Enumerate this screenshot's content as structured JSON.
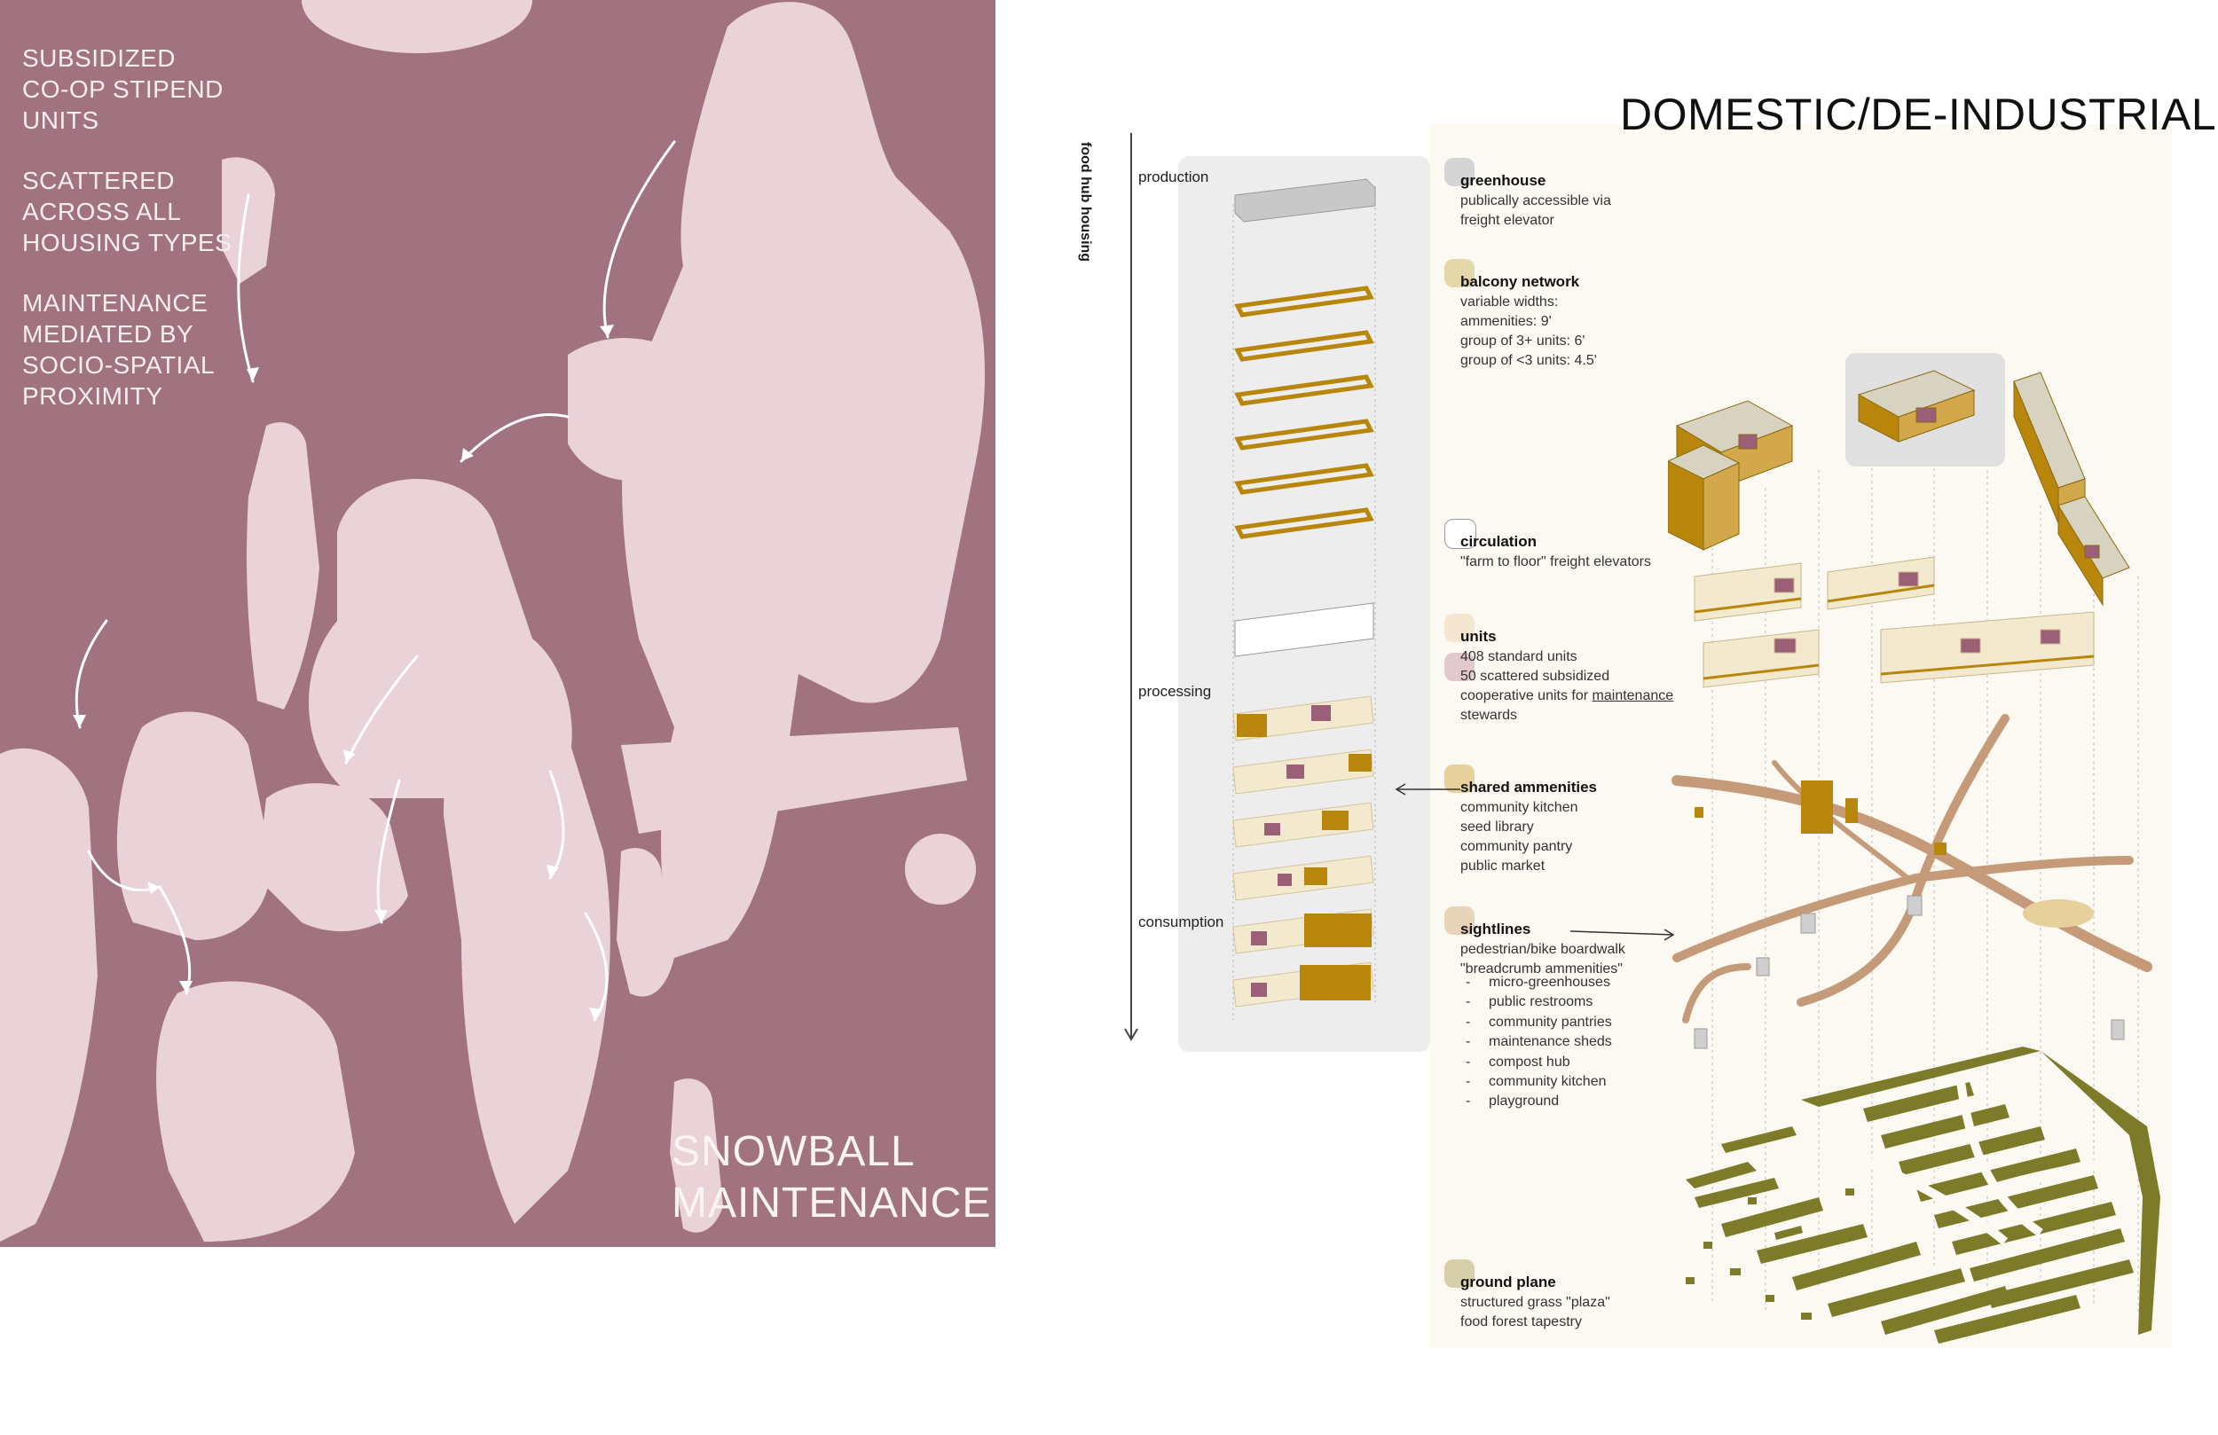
{
  "left_panel": {
    "notes": [
      "SUBSIDIZED\nCO-OP STIPEND\nUNITS",
      "SCATTERED\nACROSS ALL\nHOUSING TYPES",
      "MAINTENANCE\nMEDIATED BY\nSOCIO-SPATIAL\nPROXIMITY"
    ],
    "title": "SNOWBALL\nMAINTENANCE",
    "background_color": "#a1727f"
  },
  "right_panel": {
    "title": "DOMESTIC/DE-INDUSTRIAL",
    "axis_label": "food hub housing",
    "stages": [
      "production",
      "processing",
      "consumption"
    ],
    "layers": [
      {
        "name": "greenhouse",
        "lines": [
          "publically accessible via",
          "freight elevator"
        ],
        "chip_color": "#d4d4d4"
      },
      {
        "name": "balcony network",
        "lines": [
          "variable widths:",
          "ammenities: 9'",
          "group of 3+ units: 6'",
          "group of <3 units: 4.5'"
        ],
        "chip_color": "#e4d7a9"
      },
      {
        "name": "circulation",
        "lines": [
          "\"farm to floor\" freight elevators"
        ],
        "chip_color": "#ffffff"
      },
      {
        "name": "units",
        "lines": [
          "408 standard units",
          "50 scattered subsidized",
          "cooperative units for",
          "maintenance",
          "stewards"
        ],
        "chip_color": "#f4e6cf"
      },
      {
        "name": "shared ammenities",
        "lines": [
          "community kitchen",
          "seed library",
          "community pantry",
          "public market"
        ],
        "chip_color": "#e6d09b"
      },
      {
        "name": "sightlines",
        "lines": [
          "pedestrian/bike boardwalk",
          "\"breadcrumb ammenities\""
        ],
        "chip_color": "#e8d5b9"
      },
      {
        "name": "ground plane",
        "lines": [
          "structured grass \"plaza\"",
          "food forest tapestry"
        ],
        "chip_color": "#d7cfa8"
      }
    ],
    "sightline_items": [
      "micro-greenhouses",
      "public restrooms",
      "community pantries",
      "maintenance sheds",
      "compost hub",
      "community kitchen",
      "playground"
    ],
    "colors": {
      "mustard": "#b8860b",
      "cream": "#f3e9cf",
      "mauve": "#9c5f78",
      "olive": "#7d7a2a",
      "tan_path": "#c49a78"
    }
  }
}
